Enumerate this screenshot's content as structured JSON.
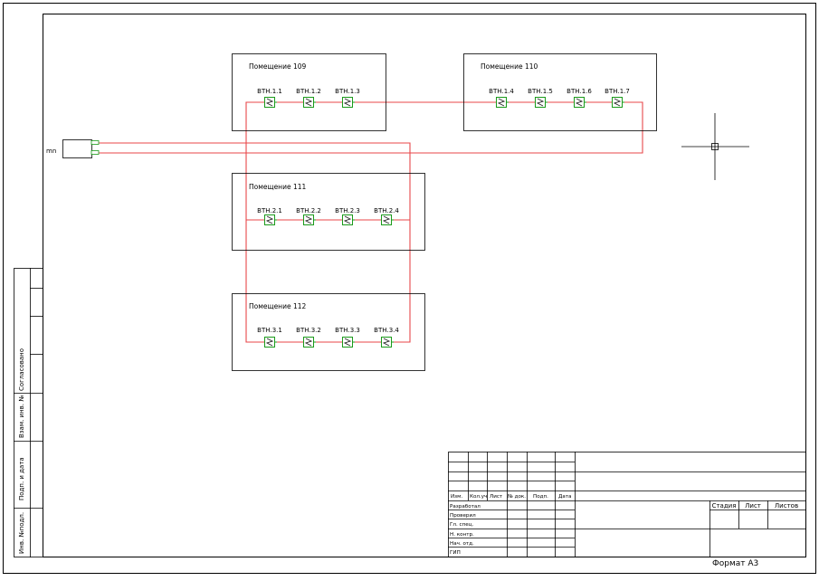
{
  "colors": {
    "line": "#000000",
    "wire": "#e8474a",
    "device": "#1a9a1a",
    "background": "#ffffff"
  },
  "shield_label": "mn",
  "rooms": [
    {
      "title": "Помещение 109",
      "devices": [
        "ВТН.1.1",
        "ВТН.1.2",
        "ВТН.1.3"
      ]
    },
    {
      "title": "Помещение 110",
      "devices": [
        "ВТН.1.4",
        "ВТН.1.5",
        "ВТН.1.6",
        "ВТН.1.7"
      ]
    },
    {
      "title": "Помещение 111",
      "devices": [
        "ВТН.2.1",
        "ВТН.2.2",
        "ВТН.2.3",
        "ВТН.2.4"
      ]
    },
    {
      "title": "Помещение 112",
      "devices": [
        "ВТН.3.1",
        "ВТН.3.2",
        "ВТН.3.3",
        "ВТН.3.4"
      ]
    }
  ],
  "side_stamp": {
    "agreed": "Согласовано",
    "vzam": "Взам. инв. №",
    "podp": "Подп. и дата",
    "inv": "Инв. №подл."
  },
  "title_block": {
    "headers": [
      "Изм.",
      "Кол.уч",
      "Лист",
      "№ док.",
      "Подп.",
      "Дата"
    ],
    "roles": [
      "Разработал",
      "Проверил",
      "Гл. спец.",
      "Н. контр.",
      "Нач. отд.",
      "ГИП"
    ],
    "stage_headers": [
      "Стадия",
      "Лист",
      "Листов"
    ]
  },
  "format_label": "Формат А3"
}
